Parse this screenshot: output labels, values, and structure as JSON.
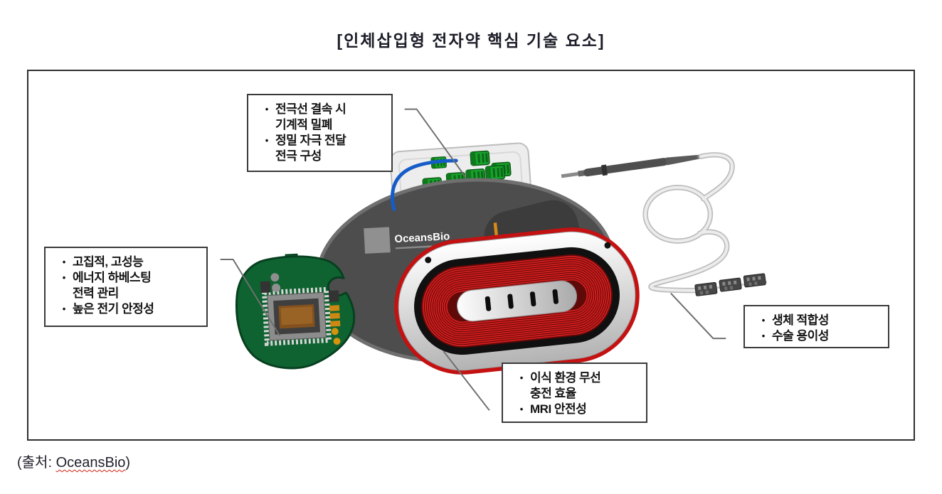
{
  "title": "[인체삽입형 전자약 핵심 기술 요소]",
  "figure": {
    "callouts": {
      "electrode": {
        "items": [
          "전극선 결속 시\n기계적 밀폐",
          "정밀 자극 전달\n전극 구성"
        ]
      },
      "circuit": {
        "items": [
          "고집적, 고성능",
          "에너지 하베스팅\n전력 관리",
          "높은 전기 안정성"
        ]
      },
      "charging": {
        "items": [
          "이식 환경 무선\n충전 효율",
          "MRI 안전성"
        ]
      },
      "lead": {
        "items": [
          "생체 적합성",
          "수술 용이성"
        ]
      }
    },
    "device": {
      "brand": "OceansBio"
    }
  },
  "source": {
    "prefix": "(출처: ",
    "brand": "OceansBio",
    "suffix": ")"
  },
  "colors": {
    "coil_red": "#c41111",
    "coil_winding_red": "#d81f1f",
    "pcb_green": "#0e6330",
    "connector_green": "#18a32c",
    "wire_blue": "#155cc9",
    "body_gray": "#4d4d4d",
    "callout_border": "#3a3a3a",
    "spellcheck_red": "#cf2211"
  }
}
